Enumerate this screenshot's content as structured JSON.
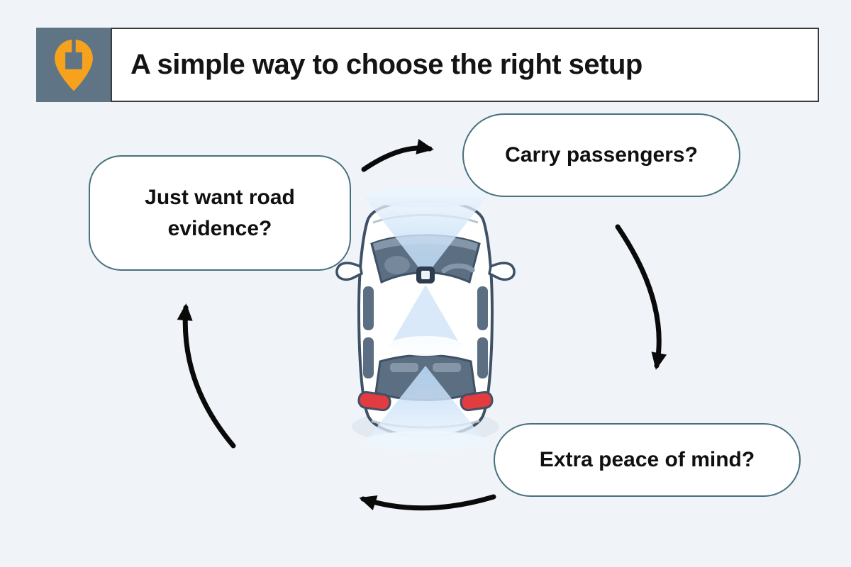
{
  "page": {
    "background": "#f0f4f9"
  },
  "header": {
    "title": "A simple way to choose the right setup",
    "logo_icon": "map-pin-icon",
    "colors": {
      "logo_bg": "#5f7484",
      "pin": "#f6a21c",
      "bar_bg": "#ffffff",
      "bar_border": "#3a3a3a",
      "title_text": "#141414"
    }
  },
  "flow": {
    "bubbles": [
      {
        "id": "road-evidence",
        "label": "Just want road evidence?"
      },
      {
        "id": "carry-passengers",
        "label": "Carry passengers?"
      },
      {
        "id": "peace-of-mind",
        "label": "Extra peace of mind?"
      }
    ],
    "style": {
      "bubble_fill": "#ffffff",
      "bubble_border": "#46717e",
      "bubble_text": "#101010",
      "arrow_color": "#0a0a0a"
    }
  },
  "illustration": {
    "name": "dashcam-car-top-view",
    "colors": {
      "outline": "#3f5166",
      "glass": "#5b6e82",
      "body": "#ffffff",
      "taillight": "#e23b40",
      "camera_cone": "#c9e0f8"
    }
  }
}
